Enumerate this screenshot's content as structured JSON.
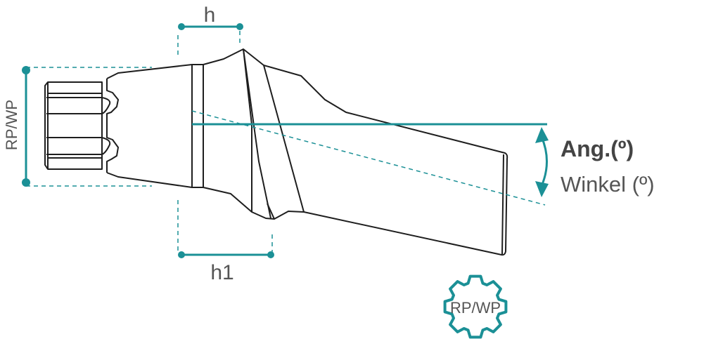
{
  "labels": {
    "h": "h",
    "h1": "h1",
    "rp_wp_side": "RP/WP",
    "angle": "Ang.(º)",
    "angle_de": "Winkel (º)",
    "gear_badge": "RP/WP"
  },
  "colors": {
    "accent": "#1b9096",
    "outline": "#1e1e1e",
    "text": "#555555"
  }
}
